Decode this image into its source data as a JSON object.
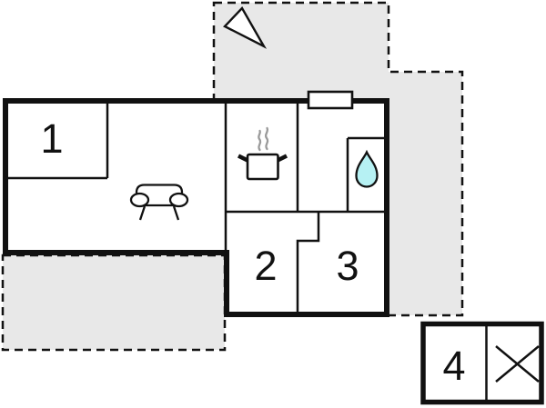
{
  "floorplan": {
    "room_labels": [
      "1",
      "2",
      "3",
      "4"
    ],
    "colors": {
      "wall": "#111111",
      "terrace": "#e8e8e8",
      "water_drop": "#b6f1f3",
      "steam": "#9a9a9a",
      "floor": "#ffffff"
    },
    "icons": {
      "north_arrow": "triangle-pointer",
      "sofa": "sofa-outline",
      "stove": "steaming-pot",
      "bath": "water-drop",
      "window": "window-bar",
      "annex_cross": "diagonal-cross"
    }
  }
}
